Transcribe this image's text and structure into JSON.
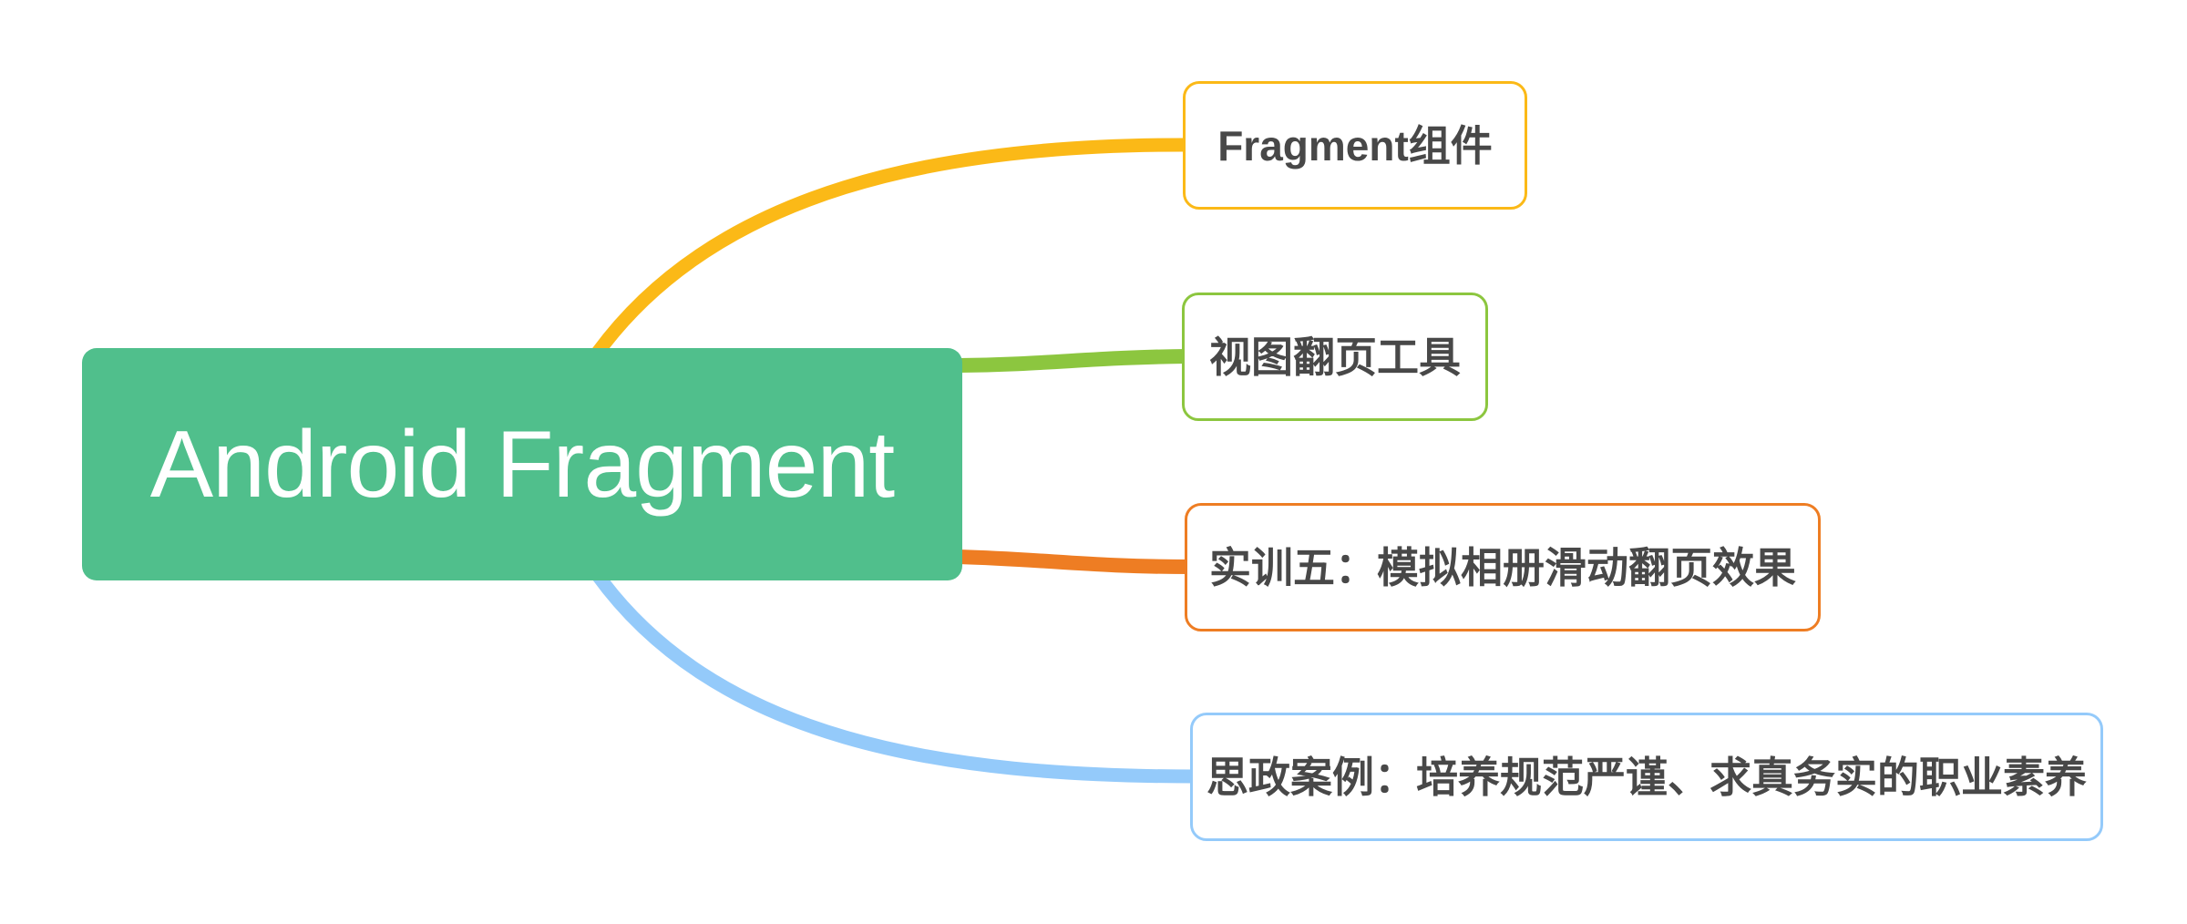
{
  "mindmap": {
    "canvas_background": "#FFFFFF",
    "node_background": "#FFFFFF",
    "node_text_color": "#484848",
    "root": {
      "label": "Android Fragment",
      "color": "#50BF8C",
      "text_color": "#FFFFFF"
    },
    "branches": [
      {
        "label": "Fragment组件",
        "color": "#FBB917"
      },
      {
        "label": "视图翻页工具",
        "color": "#8CC63F"
      },
      {
        "label": "实训五：模拟相册滑动翻页效果",
        "color": "#EE7D23"
      },
      {
        "label": "思政案例：培养规范严谨、求真务实的职业素养",
        "color": "#94CAFA"
      }
    ]
  }
}
